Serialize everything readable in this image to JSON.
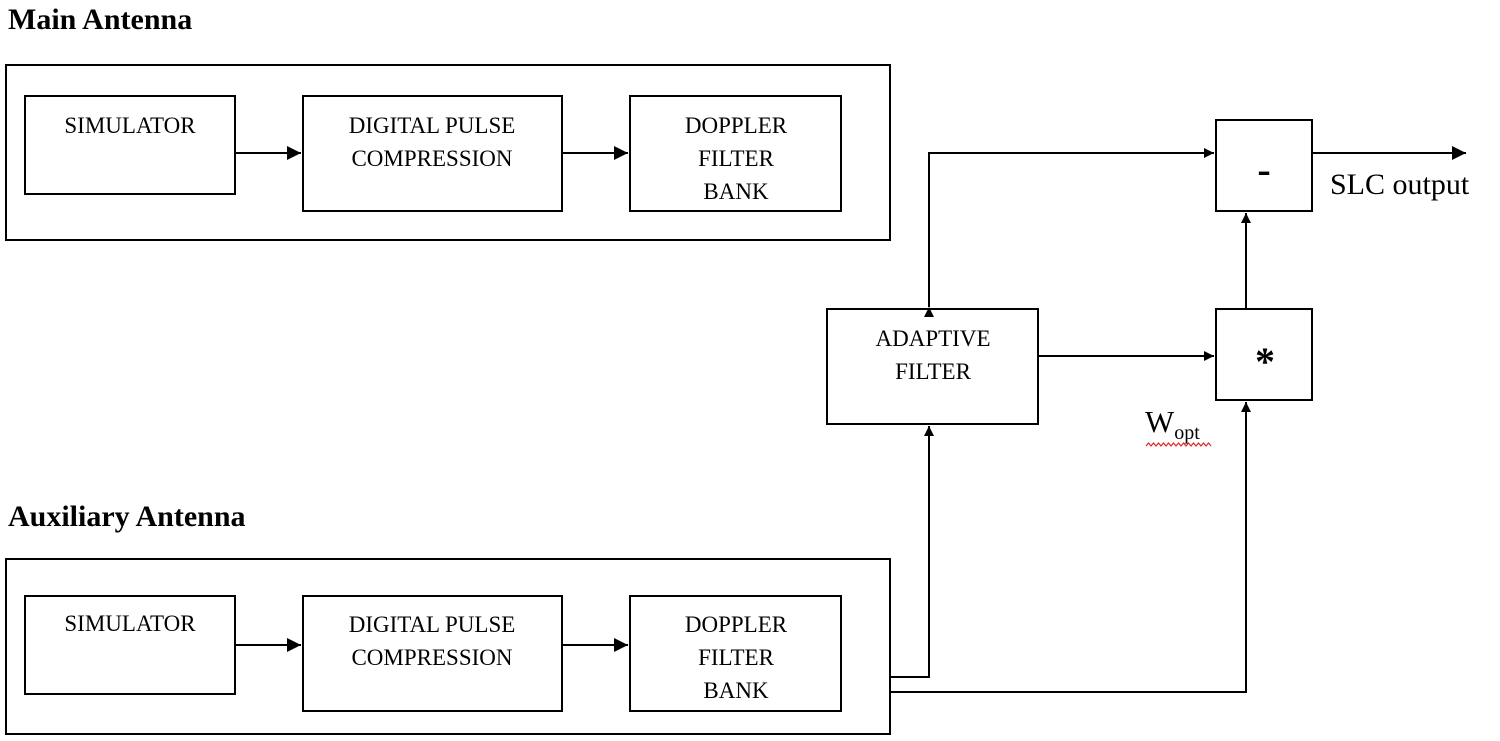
{
  "sections": {
    "main": {
      "title": "Main Antenna"
    },
    "aux": {
      "title": "Auxiliary Antenna"
    }
  },
  "blocks": {
    "main_simulator": "SIMULATOR",
    "main_dpc": [
      "DIGITAL PULSE",
      "COMPRESSION"
    ],
    "main_doppler": [
      "DOPPLER",
      "FILTER",
      "BANK"
    ],
    "aux_simulator": "SIMULATOR",
    "aux_dpc": [
      "DIGITAL PULSE",
      "COMPRESSION"
    ],
    "aux_doppler": [
      "DOPPLER",
      "FILTER",
      "BANK"
    ],
    "adaptive_filter": [
      "ADAPTIVE",
      "FILTER"
    ]
  },
  "operators": {
    "subtract": "-",
    "multiply": "*"
  },
  "weight_label": {
    "base": "W",
    "subscript": "opt"
  },
  "output_label": "SLC output"
}
